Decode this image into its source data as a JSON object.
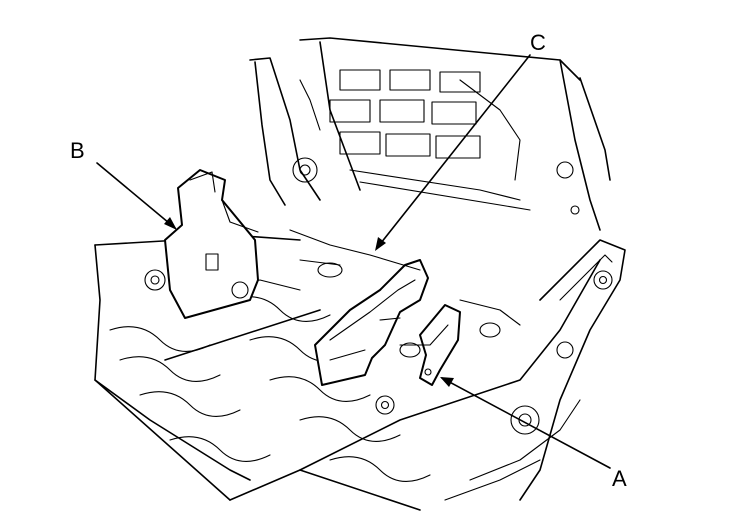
{
  "callouts": [
    {
      "id": "A",
      "label": "A"
    },
    {
      "id": "B",
      "label": "B"
    },
    {
      "id": "C",
      "label": "C"
    }
  ],
  "colors": {
    "ink": "#000000",
    "paper": "#ffffff"
  }
}
